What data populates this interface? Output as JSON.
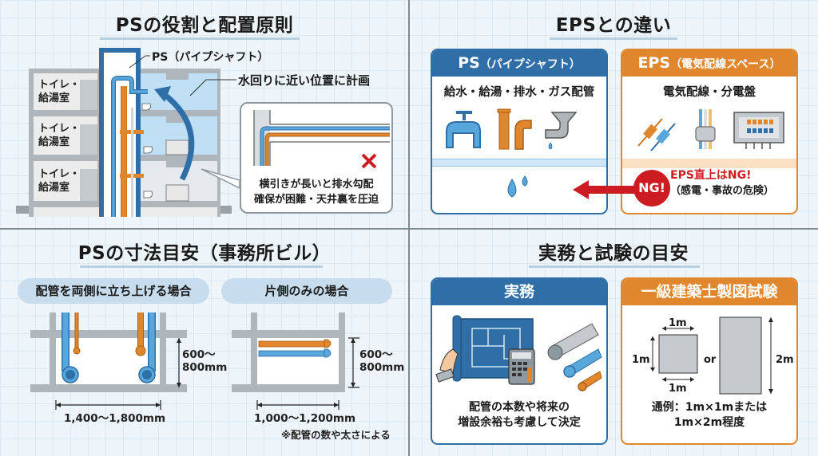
{
  "colors": {
    "blue": "#2f6ea6",
    "light_blue": "#57a7dc",
    "orange": "#e0872e",
    "red": "#cc1c22",
    "gray": "#aab1b6",
    "pill_bg": "#c7dcec"
  },
  "q1": {
    "title": "PSの役割と配置原則",
    "ps_label": "PS（パイプシャフト）",
    "placement_label": "水回りに近い位置に計画",
    "floors": [
      {
        "line1": "トイレ・",
        "line2": "給湯室"
      },
      {
        "line1": "トイレ・",
        "line2": "給湯室"
      },
      {
        "line1": "トイレ・",
        "line2": "給湯室"
      }
    ],
    "callout": {
      "icon": "x-mark-icon",
      "line1": "横引きが長いと排水勾配",
      "line2": "確保が困難・天井裏を圧迫"
    }
  },
  "q2": {
    "title": "EPSとの違い",
    "ps_card": {
      "title_main": "PS",
      "title_sub": "（パイプシャフト）",
      "subtitle": "給水・給湯・排水・ガス配管",
      "icons": [
        "faucet-icon",
        "pipe-icon",
        "elbow-pipe-icon",
        "drain-trap-icon",
        "water-drop-icon"
      ]
    },
    "eps_card": {
      "title_main": "EPS",
      "title_sub": "（電気配線スペース）",
      "subtitle": "電気配線・分電盤",
      "icons": [
        "cable-icon",
        "wire-bundle-icon",
        "distribution-board-icon"
      ],
      "ng_badge": "NG!",
      "warning_line1": "EPS直上はNG!",
      "warning_line2": "（感電・事故の危険）"
    }
  },
  "q3": {
    "title": "PSの寸法目安（事務所ビル）",
    "both_sides": {
      "label": "配管を両側に立ち上げる場合",
      "depth": "600〜\n800mm",
      "depth_line1": "600〜",
      "depth_line2": "800mm",
      "width": "1,400〜1,800mm"
    },
    "one_side": {
      "label": "片側のみの場合",
      "depth_line1": "600〜",
      "depth_line2": "800mm",
      "width": "1,000〜1,200mm"
    },
    "note": "※配管の数や太さによる"
  },
  "q4": {
    "title": "実務と試験の目安",
    "practice_card": {
      "title": "実務",
      "icons": [
        "blueprint-icon",
        "calculator-icon",
        "pipes-icon"
      ],
      "line1": "配管の本数や将来の",
      "line2": "増設余裕も考慮して決定"
    },
    "exam_card": {
      "title": "一級建築士製図試験",
      "square_top": "1m",
      "square_left": "1m",
      "square_bottom": "1m",
      "or_label": "or",
      "rect_right": "2m",
      "line1": "通例：1m×1mまたは",
      "line2": "1m×2m程度"
    }
  }
}
